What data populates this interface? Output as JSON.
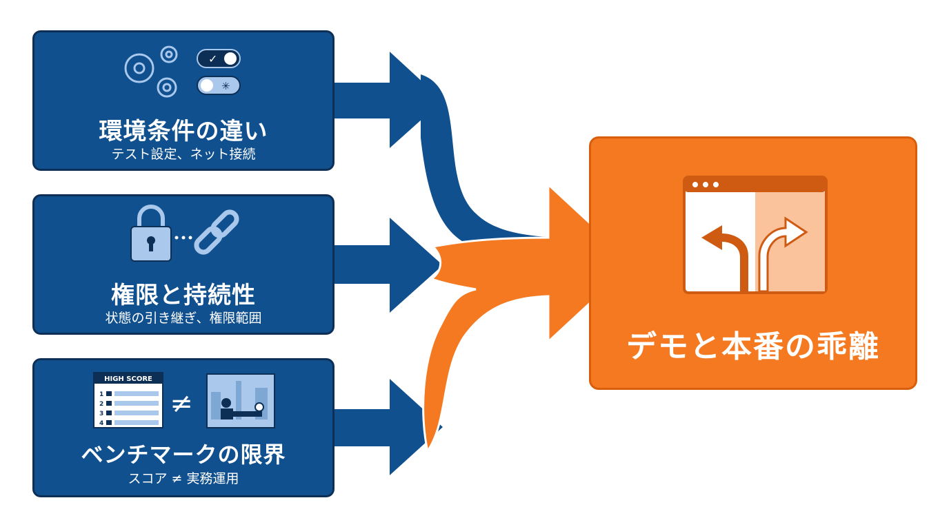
{
  "inputs": [
    {
      "title": "環境条件の違い",
      "subtitle": "テスト設定、ネット接続"
    },
    {
      "title": "権限と持続性",
      "subtitle": "状態の引き継ぎ、権限範囲"
    },
    {
      "title": "ベンチマークの限界",
      "subtitle": "スコア ≠ 実務運用"
    }
  ],
  "icons": {
    "env": [
      "gears-icon",
      "toggle-switches-icon"
    ],
    "perm": [
      "padlock-icon",
      "chain-link-icon"
    ],
    "bench": [
      "high-score-board-icon",
      "not-equal-icon",
      "real-world-workplace-icon"
    ]
  },
  "scoreboard": {
    "header": "HIGH SCORE",
    "ranks": [
      "1",
      "2",
      "3",
      "4"
    ]
  },
  "symbols": {
    "not_equal": "≠"
  },
  "output": {
    "title": "デモと本番の乖離",
    "icon": "diverging-paths-window-icon"
  },
  "colors": {
    "input_box": "#10508f",
    "input_border": "#0d2f55",
    "output_box": "#f47920",
    "output_border": "#d85e0c",
    "icon_light": "#a9c8ec",
    "icon_window": "#cf5a12",
    "icon_window_light": "#fbc39c"
  }
}
